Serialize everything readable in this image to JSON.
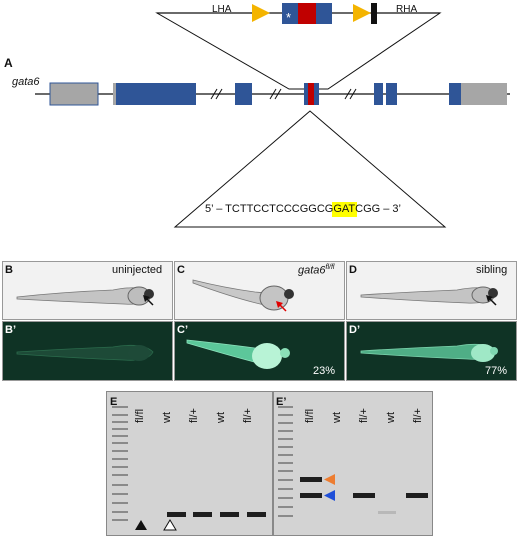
{
  "panelA": {
    "label": "A",
    "gene": "gata6",
    "lha": "LHA",
    "rha": "RHA",
    "cassette_star": "*",
    "guide_prefix": "5’ – TCTTCCTCCCGGCGGAT",
    "guide_pam": "CGG",
    "guide_suffix": " – 3’",
    "colors": {
      "exon": "#2f5597",
      "utr": "#a6a6a6",
      "insert": "#c00000",
      "loxp": "#f4b400",
      "pam": "#ffff00"
    }
  },
  "panels": {
    "B": {
      "label": "B",
      "caption": "uninjected"
    },
    "C": {
      "label": "C",
      "caption_main": "gata6",
      "caption_sup": "fl/fl"
    },
    "D": {
      "label": "D",
      "caption": "sibling"
    },
    "Bp": {
      "label": "B’",
      "percent": ""
    },
    "Cp": {
      "label": "C’",
      "percent": "23%"
    },
    "Dp": {
      "label": "D’",
      "percent": "77%"
    }
  },
  "gelE": {
    "label": "E",
    "lanes": [
      "fl/fl",
      "wt",
      "fl/+",
      "wt",
      "fl/+"
    ]
  },
  "gelEp": {
    "label": "E’",
    "lanes": [
      "fl/fl",
      "wt",
      "fl/+",
      "wt",
      "fl/+"
    ],
    "arrow_colors": {
      "upper": "#ed7d31",
      "lower": "#1f4fd8"
    }
  }
}
